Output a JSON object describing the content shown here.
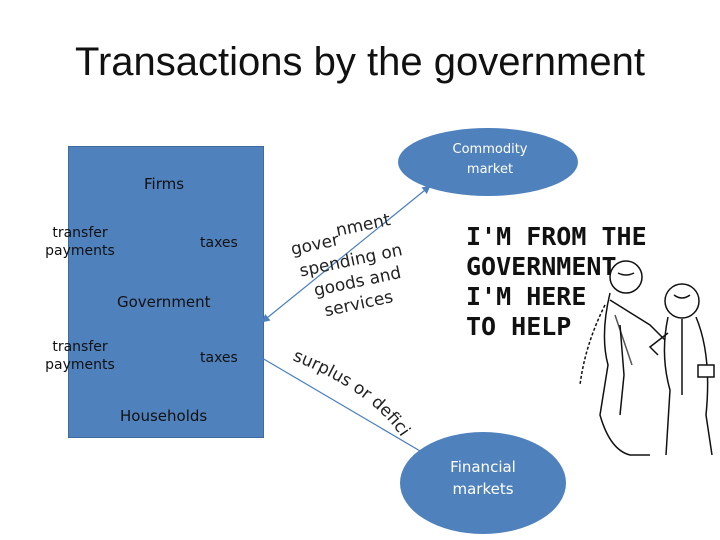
{
  "title": "Transactions by the government",
  "diagram": {
    "firms": "Firms",
    "government": "Government",
    "households": "Households",
    "transfer_payments_top": "transfer payments",
    "taxes_top": "taxes",
    "transfer_payments_bottom": "transfer payments",
    "taxes_bottom": "taxes",
    "commodity_market": "Commodity market",
    "financial_markets": "Financial markets",
    "spending_label": "government spending on goods and services",
    "surplus_label": "surplus or deficit"
  },
  "cartoon": {
    "caption_line1": "I'M FROM THE",
    "caption_line2": "GOVERNMENT,",
    "caption_line3": "I'M HERE",
    "caption_line4": "TO HELP"
  }
}
